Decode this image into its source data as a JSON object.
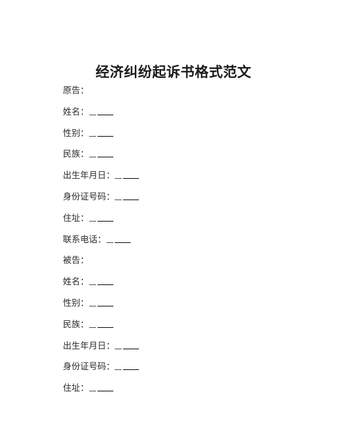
{
  "document": {
    "title": "经济纠纷起诉书格式范文",
    "plaintiff": {
      "heading": "原告：",
      "fields": [
        {
          "label": "姓名："
        },
        {
          "label": "性别："
        },
        {
          "label": "民族："
        },
        {
          "label": "出生年月日："
        },
        {
          "label": "身份证号码："
        },
        {
          "label": "住址："
        },
        {
          "label": "联系电话："
        }
      ]
    },
    "defendant": {
      "heading": "被告：",
      "fields": [
        {
          "label": "姓名："
        },
        {
          "label": "性别："
        },
        {
          "label": "民族："
        },
        {
          "label": "出生年月日："
        },
        {
          "label": "身份证号码："
        },
        {
          "label": "住址："
        }
      ]
    }
  }
}
